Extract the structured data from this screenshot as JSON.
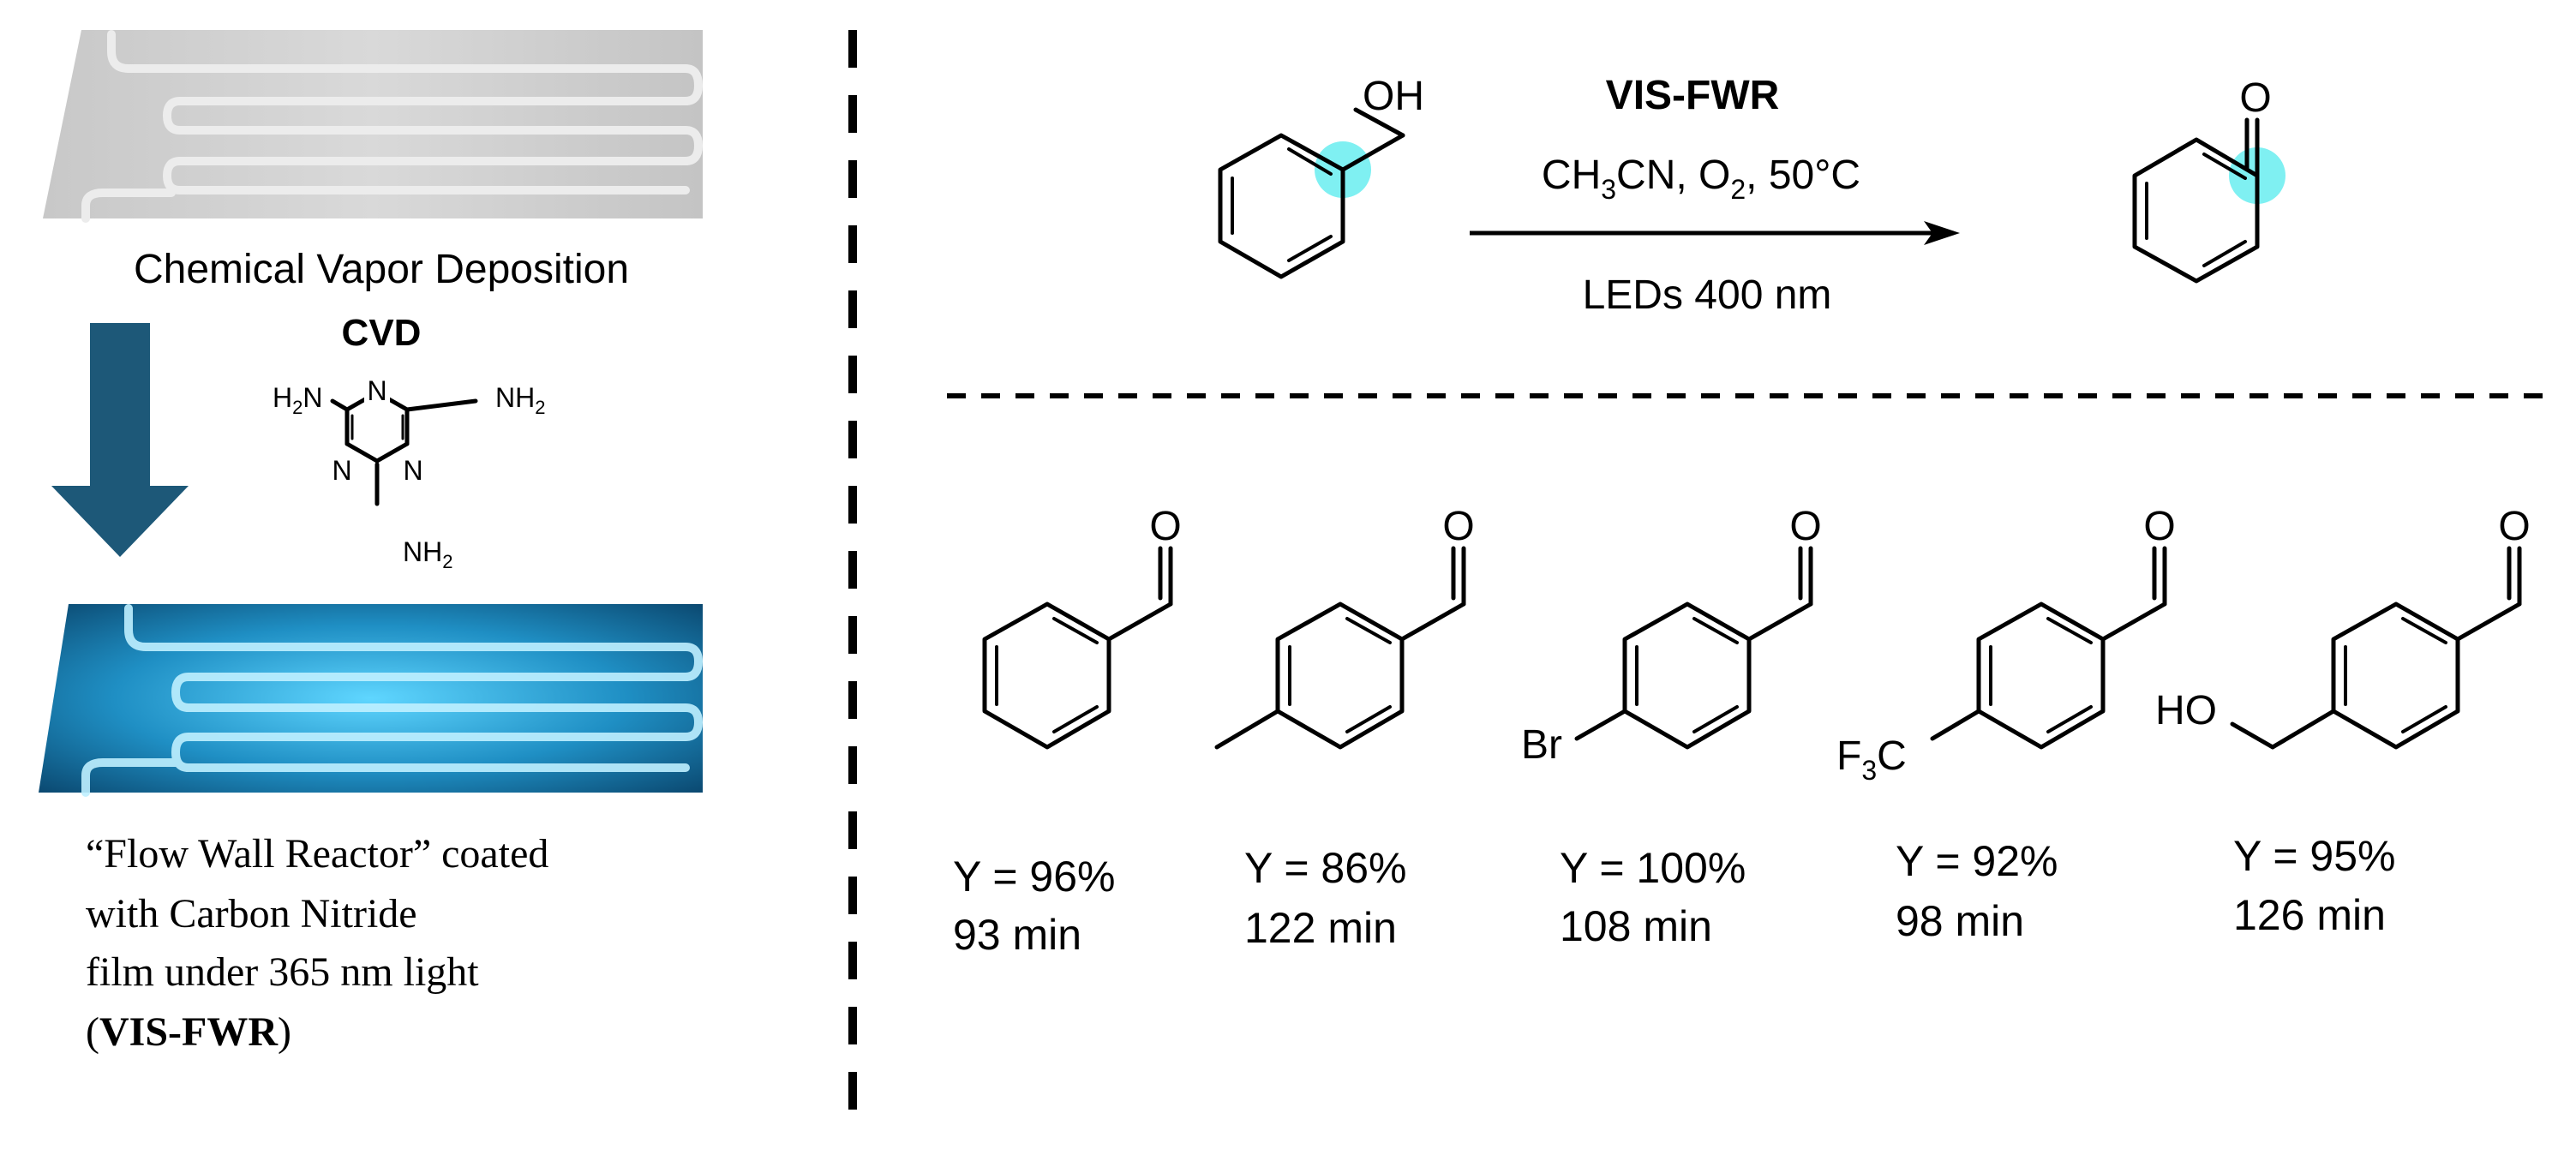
{
  "left_panel": {
    "cvd_caption": "Chemical Vapor Deposition",
    "cvd_label": "CVD",
    "melamine": {
      "nh2": "NH",
      "nh2_sub": "2",
      "h2n_pre": "H",
      "h2n_sub": "2",
      "h2n_post": "N",
      "ring_n": "N"
    },
    "reactor_caption": {
      "line1": "“Flow Wall Reactor” coated",
      "line2": "with Carbon Nitride",
      "line3": "film under 365 nm light",
      "line4_open": "(",
      "line4_bold": "VIS-FWR",
      "line4_close": ")"
    },
    "colors": {
      "arrow": "#1d5878",
      "glow": "#29b6e6",
      "raw_plate": "#d0d0d0"
    }
  },
  "reaction": {
    "reagent_label": "VIS-FWR",
    "conditions": {
      "ch": "CH",
      "ch_sub": "3",
      "cn": "CN, O",
      "o_sub": "2",
      "temp": ", 50°C"
    },
    "light": "LEDs 400 nm",
    "substrate_oh": "OH",
    "product_o": "O",
    "highlight_color": "#7ff0f2"
  },
  "products": [
    {
      "substituent": "",
      "yield": "Y = 96%",
      "time": "93 min"
    },
    {
      "substituent": "",
      "yield": "Y = 86%",
      "time": "122 min"
    },
    {
      "substituent": "Br",
      "yield": "Y = 100%",
      "time": "108 min"
    },
    {
      "substituent_pre": "F",
      "substituent_sub": "3",
      "substituent_post": "C",
      "yield": "Y = 92%",
      "time": "98 min"
    },
    {
      "substituent": "HO",
      "yield": "Y = 95%",
      "time": "126 min"
    }
  ],
  "product_o": "O"
}
